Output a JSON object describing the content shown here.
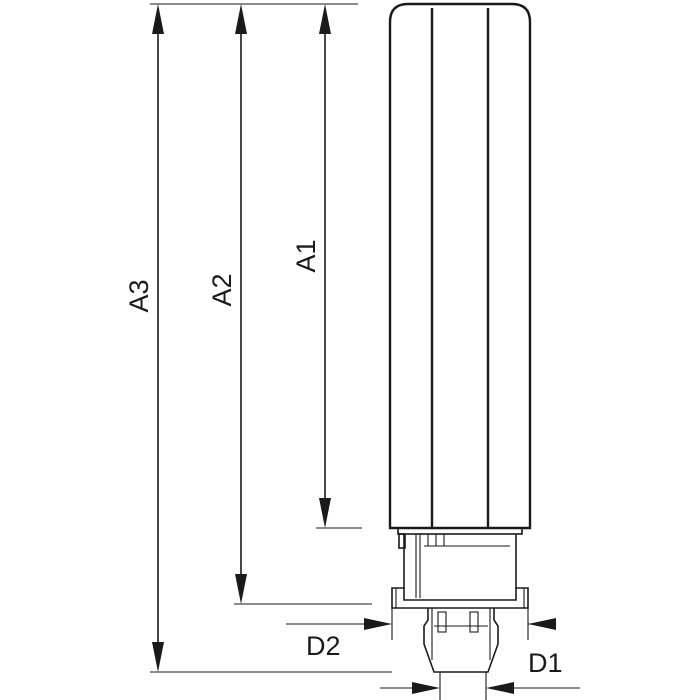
{
  "dimensions": {
    "a1": "A1",
    "a2": "A2",
    "a3": "A3",
    "d1": "D1",
    "d2": "D2"
  },
  "colors": {
    "line": "#1a1a1a",
    "background": "#ffffff"
  }
}
